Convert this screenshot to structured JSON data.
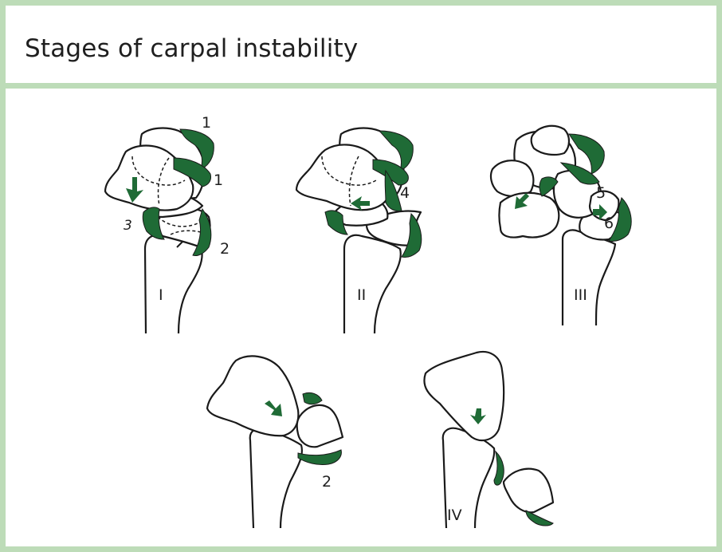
{
  "header": {
    "title": "Stages of carpal instability"
  },
  "stage1": {
    "roman": "I",
    "labels": [
      "1",
      "1",
      "2",
      "3"
    ]
  },
  "stage2": {
    "roman": "II",
    "labels": [
      "4"
    ]
  },
  "stage3": {
    "roman": "III",
    "labels": [
      "5",
      "6"
    ]
  },
  "detail": {
    "labels": [
      "2"
    ]
  },
  "stage4": {
    "roman": "IV"
  },
  "colors": {
    "ligament": "#1f6b36",
    "border": "#bddcb8"
  }
}
